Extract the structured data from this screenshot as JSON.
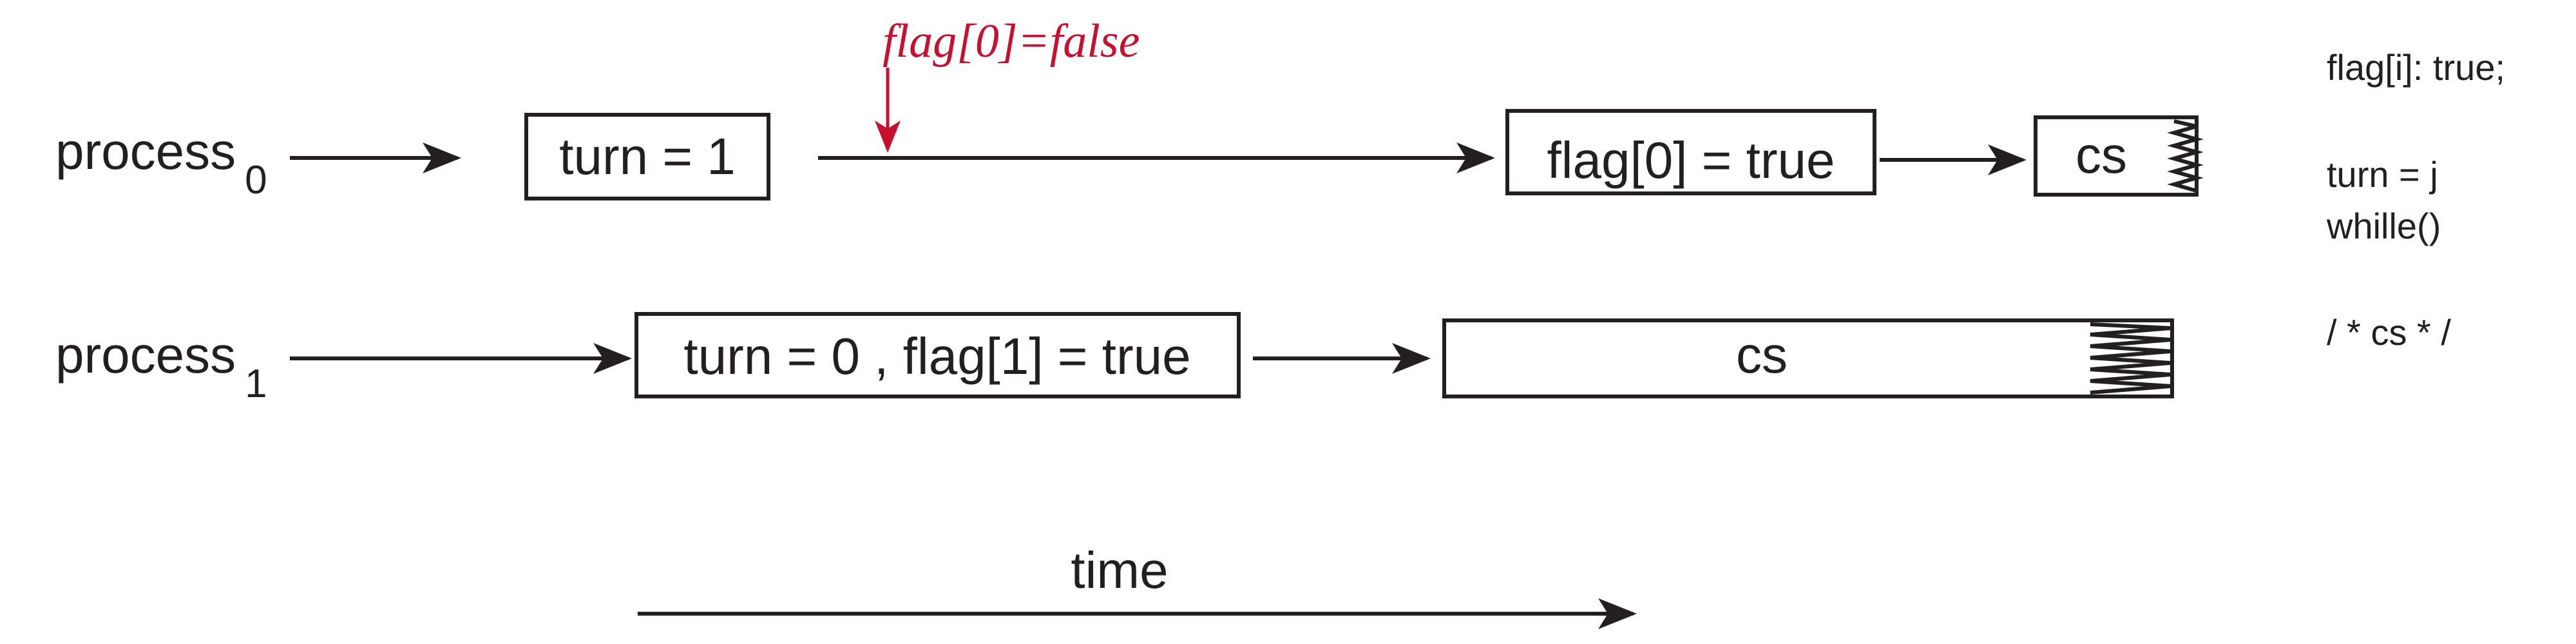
{
  "processes": [
    {
      "name": "process",
      "subscript": "0"
    },
    {
      "name": "process",
      "subscript": "1"
    }
  ],
  "boxes": {
    "p0_turn": "turn = 1",
    "p0_flag": "flag[0] = true",
    "p0_cs": "cs",
    "p1_turn_flag": "turn = 0 , flag[1] = true",
    "p1_cs": "cs"
  },
  "annotation": "flag[0]=false",
  "time_label": "time",
  "code_lines": [
    "flag[i]: true;",
    "turn = j",
    "whille()",
    "/ * cs * /"
  ],
  "colors": {
    "ink": "#231f20",
    "annotation": "#c8102e"
  }
}
